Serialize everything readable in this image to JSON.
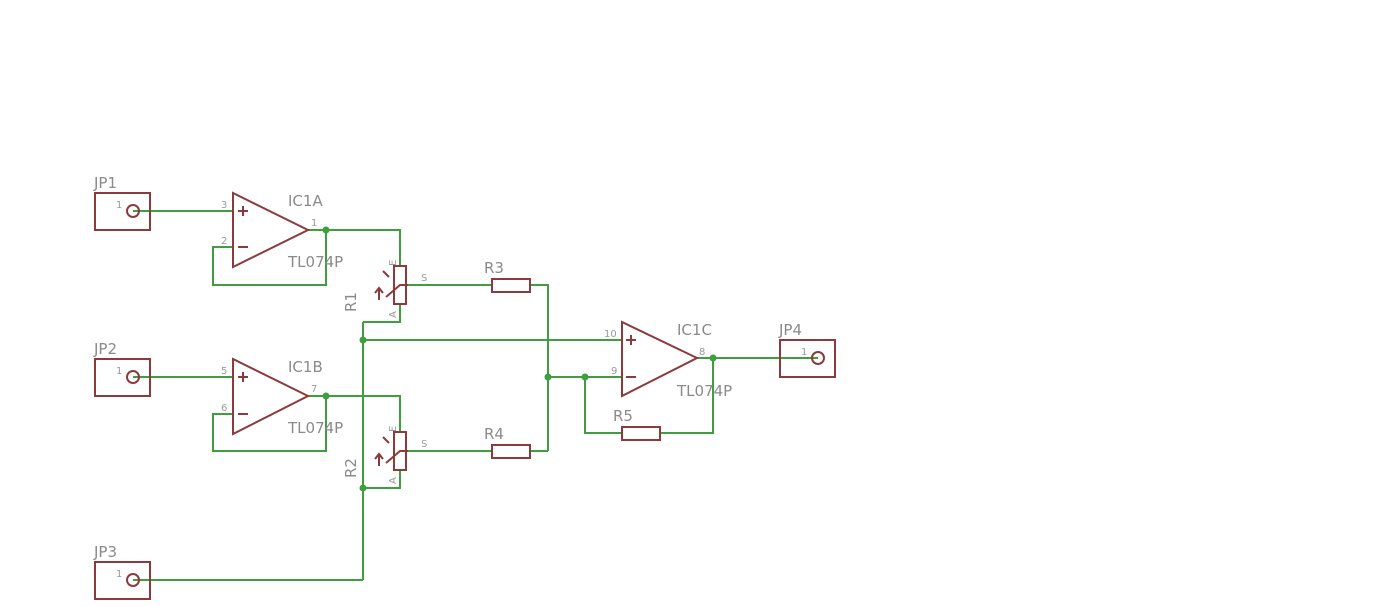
{
  "connectors": [
    {
      "name": "JP1",
      "pin": "1"
    },
    {
      "name": "JP2",
      "pin": "1"
    },
    {
      "name": "JP3",
      "pin": "1"
    },
    {
      "name": "JP4",
      "pin": "1"
    }
  ],
  "opamps": [
    {
      "name": "IC1A",
      "value": "TL074P",
      "pin_plus": "3",
      "pin_minus": "2",
      "pin_out": "1"
    },
    {
      "name": "IC1B",
      "value": "TL074P",
      "pin_plus": "5",
      "pin_minus": "6",
      "pin_out": "7"
    },
    {
      "name": "IC1C",
      "value": "TL074P",
      "pin_plus": "10",
      "pin_minus": "9",
      "pin_out": "8"
    }
  ],
  "potentiometers": [
    {
      "name": "R1",
      "pin_e": "E",
      "pin_a": "A",
      "pin_s": "S"
    },
    {
      "name": "R2",
      "pin_e": "E",
      "pin_a": "A",
      "pin_s": "S"
    }
  ],
  "resistors": [
    {
      "name": "R3"
    },
    {
      "name": "R4"
    },
    {
      "name": "R5"
    }
  ],
  "colors": {
    "wire": "#3f9e3f",
    "part": "#8c3a3e",
    "label": "#8a8a8a"
  }
}
